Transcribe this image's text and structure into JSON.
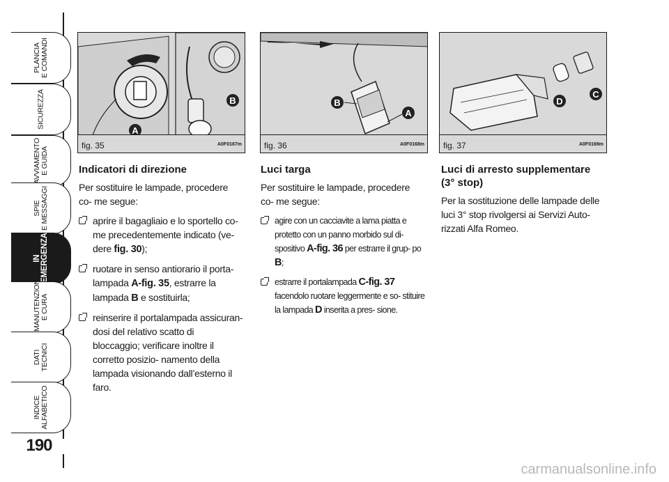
{
  "sidebar": {
    "tabs": [
      {
        "label": "PLANCIA\nE COMANDI",
        "active": false
      },
      {
        "label": "SICUREZZA",
        "active": false
      },
      {
        "label": "AVVIAMENTO\nE GUIDA",
        "active": false
      },
      {
        "label": "SPIE\nE MESSAGGI",
        "active": false
      },
      {
        "label": "IN\nEMERGENZA",
        "active": true
      },
      {
        "label": "MANUTENZIONE\nE CURA",
        "active": false
      },
      {
        "label": "DATI\nTECNICI",
        "active": false
      },
      {
        "label": "INDICE\nALFABETICO",
        "active": false
      }
    ],
    "page_number": "190"
  },
  "figures": [
    {
      "caption": "fig. 35",
      "code": "A0F0167m",
      "labels": [
        "A",
        "B"
      ]
    },
    {
      "caption": "fig. 36",
      "code": "A0F0168m",
      "labels": [
        "B",
        "A"
      ]
    },
    {
      "caption": "fig. 37",
      "code": "A0F0169m",
      "labels": [
        "D",
        "C"
      ]
    }
  ],
  "sections": {
    "indicatori": {
      "title": "Indicatori di direzione",
      "intro": "Per sostituire le lampade, procedere co- me segue:",
      "b1_a": "aprire il bagagliaio e lo sportello co- me precedentemente indicato (ve- dere ",
      "b1_ref": "fig. 30",
      "b1_b": ");",
      "b2_a": "ruotare in senso antiorario il porta- lampada ",
      "b2_ref1": "A-fig. 35",
      "b2_b": ", estrarre la lampada ",
      "b2_ref2": "B",
      "b2_c": " e sostituirla;",
      "b3": "reinserire il portalampada assicuran- dosi del relativo scatto di bloccaggio; verificare inoltre il corretto posizio- namento della lampada visionando dall’esterno il faro."
    },
    "targa": {
      "title": "Luci targa",
      "intro": "Per sostituire le lampade, procedere co- me segue:",
      "b1_a": "agire con un cacciavite a lama piatta e protetto con un panno morbido sul di- spositivo ",
      "b1_ref1": "A-fig. 36",
      "b1_b": " per estrarre il grup- po ",
      "b1_ref2": "B",
      "b1_c": ";",
      "b2_a": "estrarre il portalampada ",
      "b2_ref1": "C-fig. 37",
      "b2_b": " facendolo ruotare leggermente e so- stituire la lampada ",
      "b2_ref2": "D",
      "b2_c": " inserita a pres- sione."
    },
    "stop": {
      "title": "Luci di arresto supplementare (3° stop)",
      "body": "Per la sostituzione delle lampade delle luci 3° stop rivolgersi ai Servizi Auto- rizzati Alfa Romeo."
    }
  },
  "watermark": "carmanualsonline.info"
}
